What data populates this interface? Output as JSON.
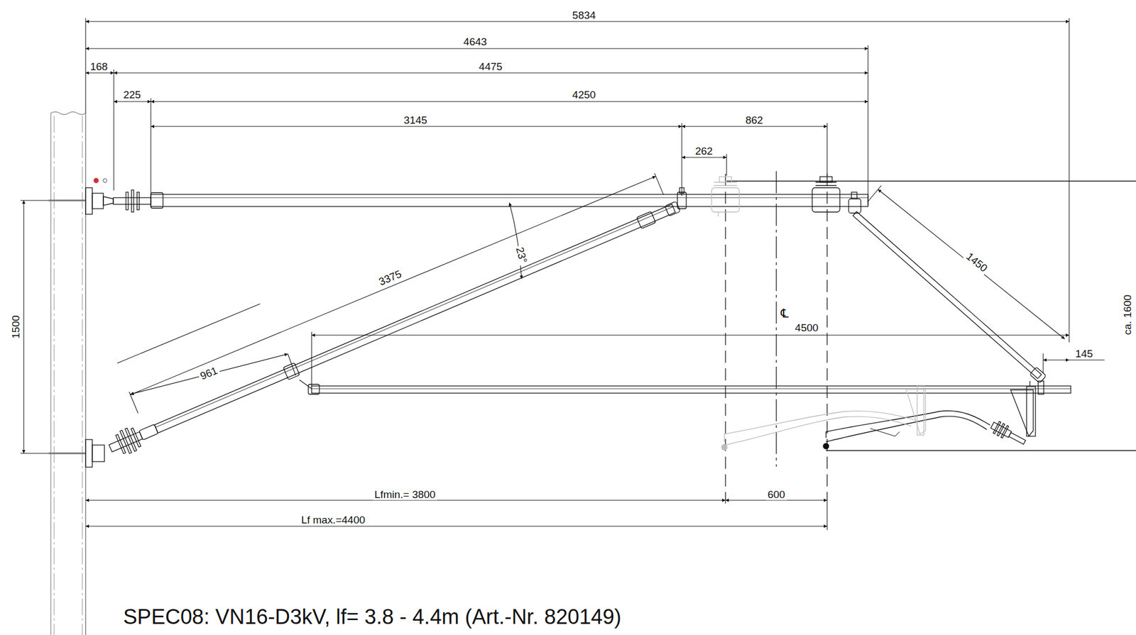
{
  "diagram": {
    "caption": "SPEC08: VN16-D3kV, lf= 3.8 - 4.4m (Art.-Nr. 820149)",
    "labels": [
      "5834",
      "4643",
      "168",
      "4475",
      "225",
      "4250",
      "3145",
      "862",
      "262",
      "23°",
      "3375",
      "961",
      "1450",
      "℄",
      "4500",
      "145",
      "1500",
      "ca. 1600",
      "Lfmin.= 3800",
      "600",
      "Lf max.=4400"
    ]
  }
}
